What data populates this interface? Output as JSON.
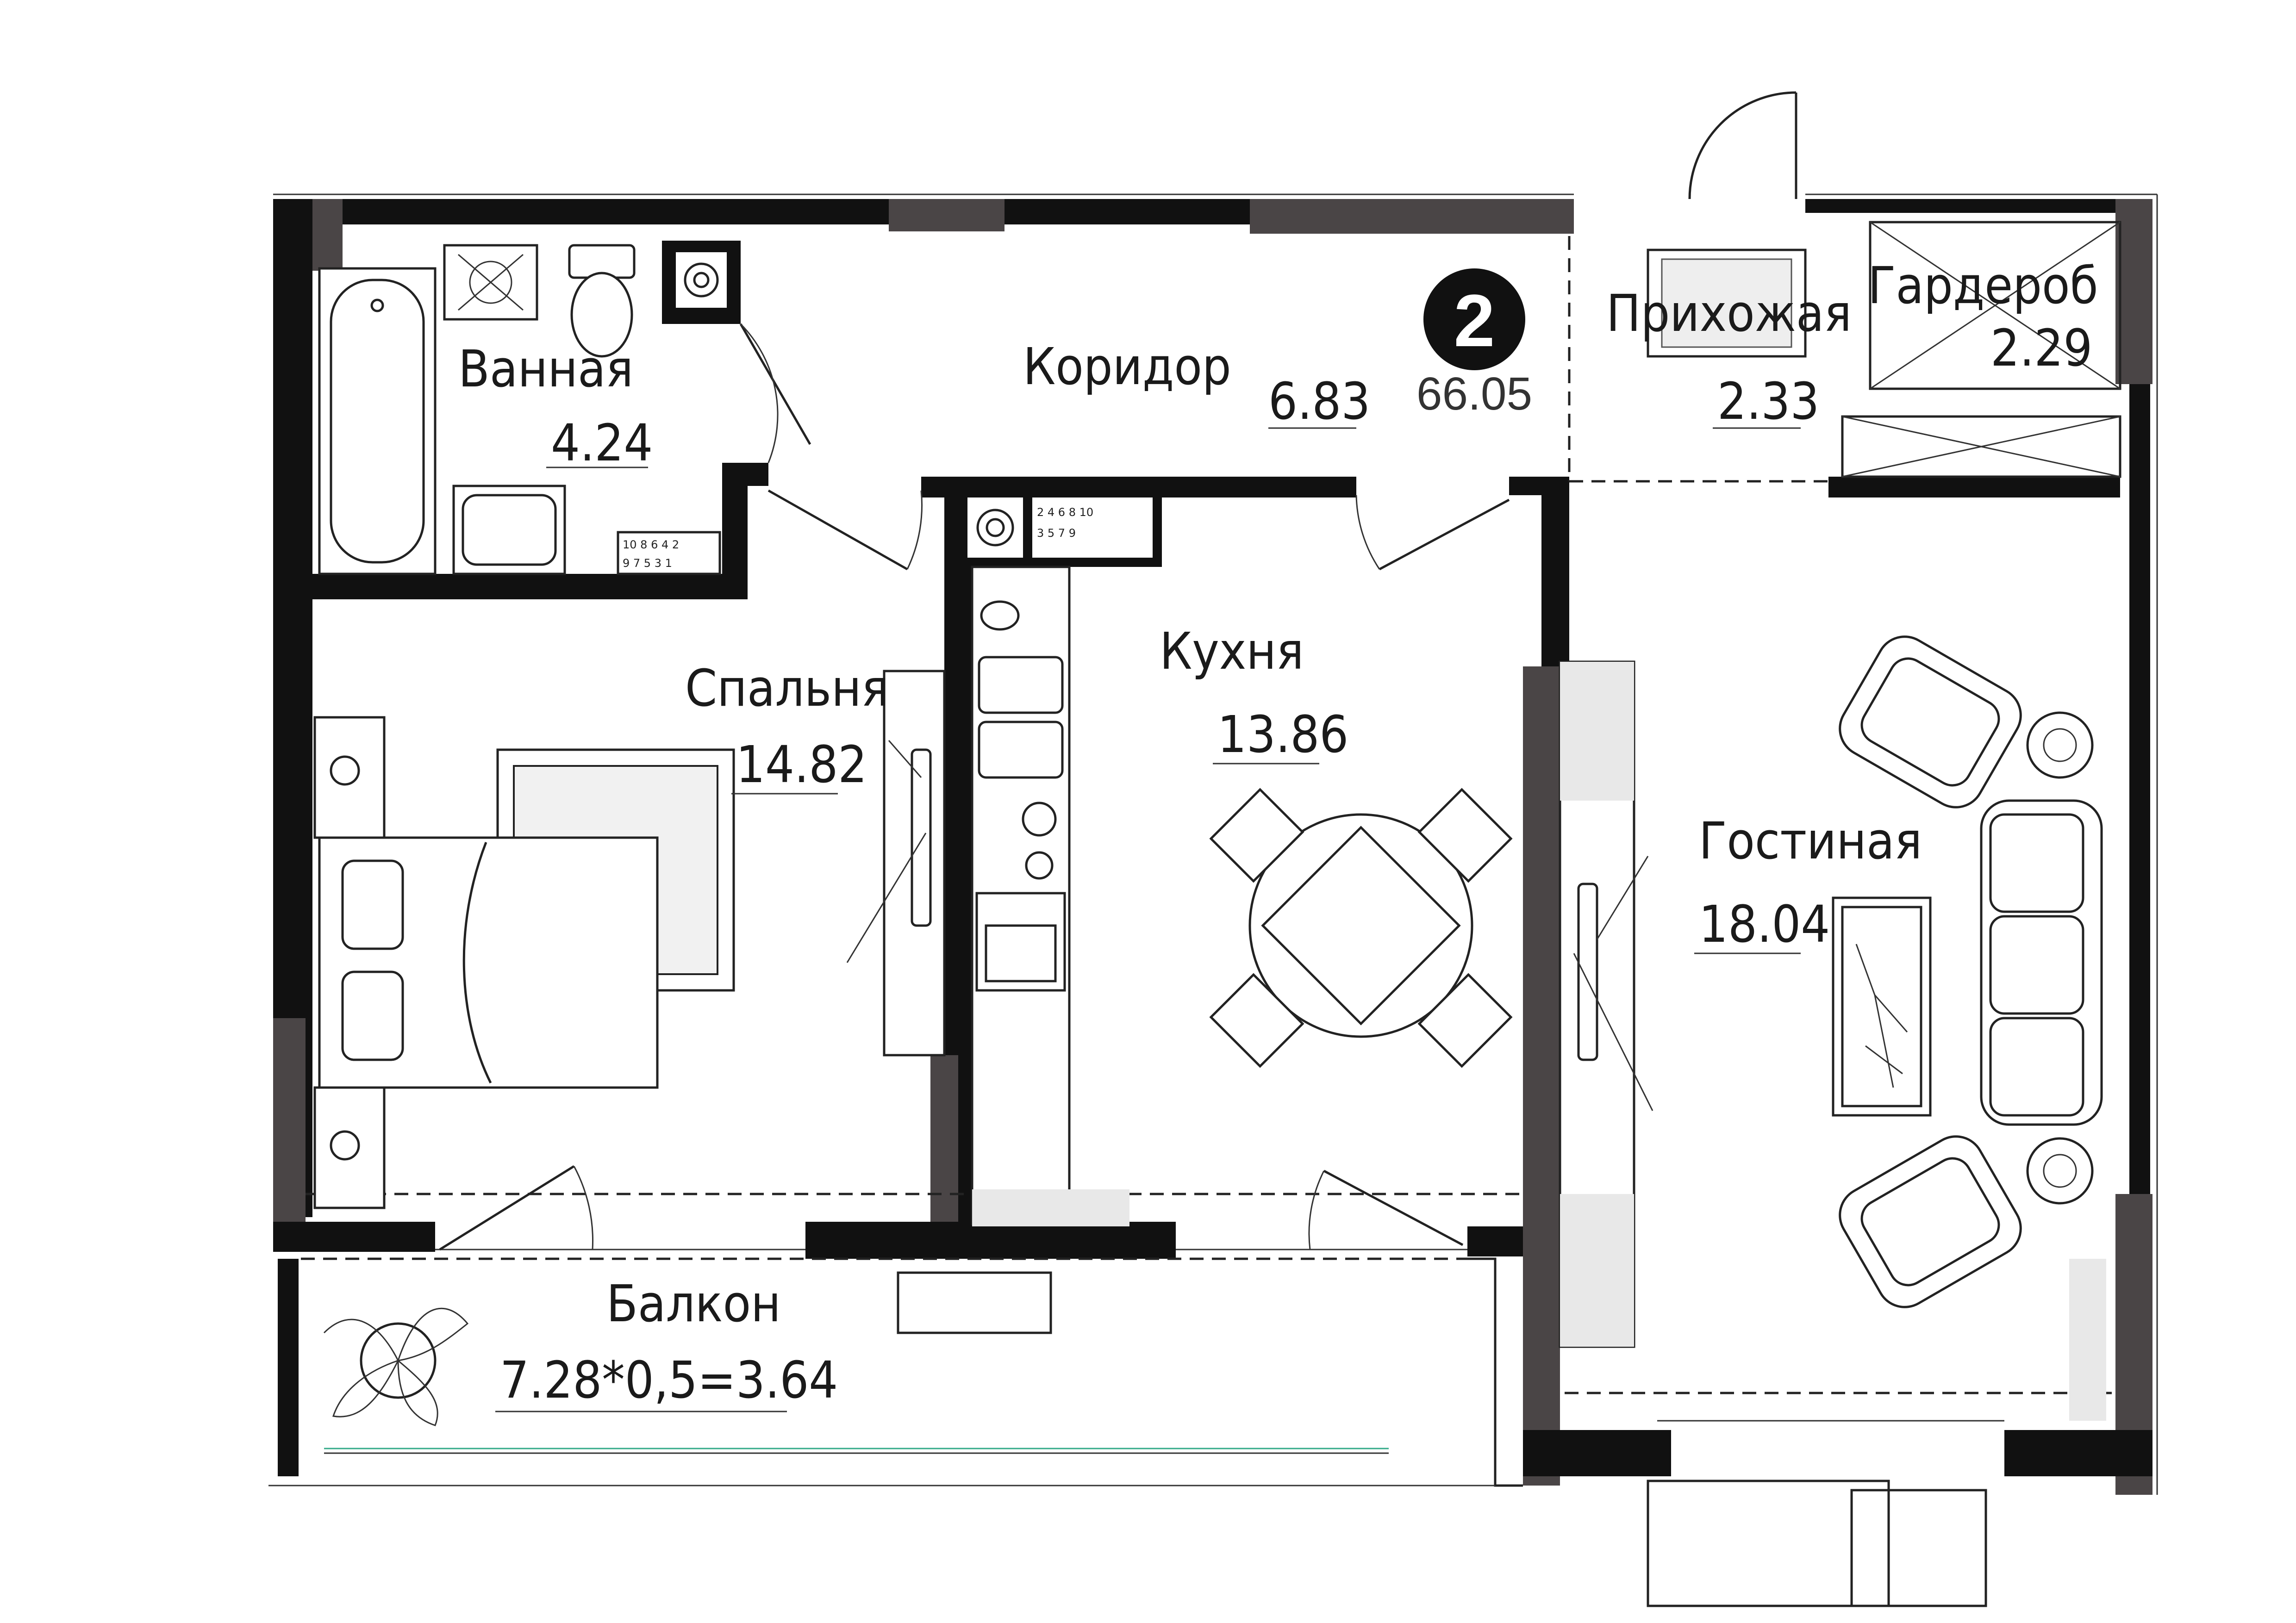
{
  "plan": {
    "rooms_count": "2",
    "total_area": "66.05",
    "rooms": [
      {
        "id": "bathroom",
        "name": "Ванная",
        "area": "4.24"
      },
      {
        "id": "corridor",
        "name": "Коридор",
        "area": "6.83"
      },
      {
        "id": "hallway",
        "name": "Прихожая",
        "area": "2.33"
      },
      {
        "id": "wardrobe",
        "name": "Гардероб",
        "area": "2.29"
      },
      {
        "id": "bedroom",
        "name": "Спальня",
        "area": "14.82"
      },
      {
        "id": "kitchen",
        "name": "Кухня",
        "area": "13.86"
      },
      {
        "id": "living",
        "name": "Гостиная",
        "area": "18.04"
      },
      {
        "id": "balcony",
        "name": "Балкон",
        "area": "7.28*0,5=3.64"
      }
    ],
    "meter_row_top": "10 8 6 4 2",
    "meter_row_bottom": "9 7 5 3 1",
    "meter2_row_top": "2 4 6 8 10",
    "meter2_row_bottom": "3 5 7 9",
    "colors": {
      "wall": "#111111",
      "wall_gray": "#4a4546",
      "badge": "#111111"
    }
  }
}
